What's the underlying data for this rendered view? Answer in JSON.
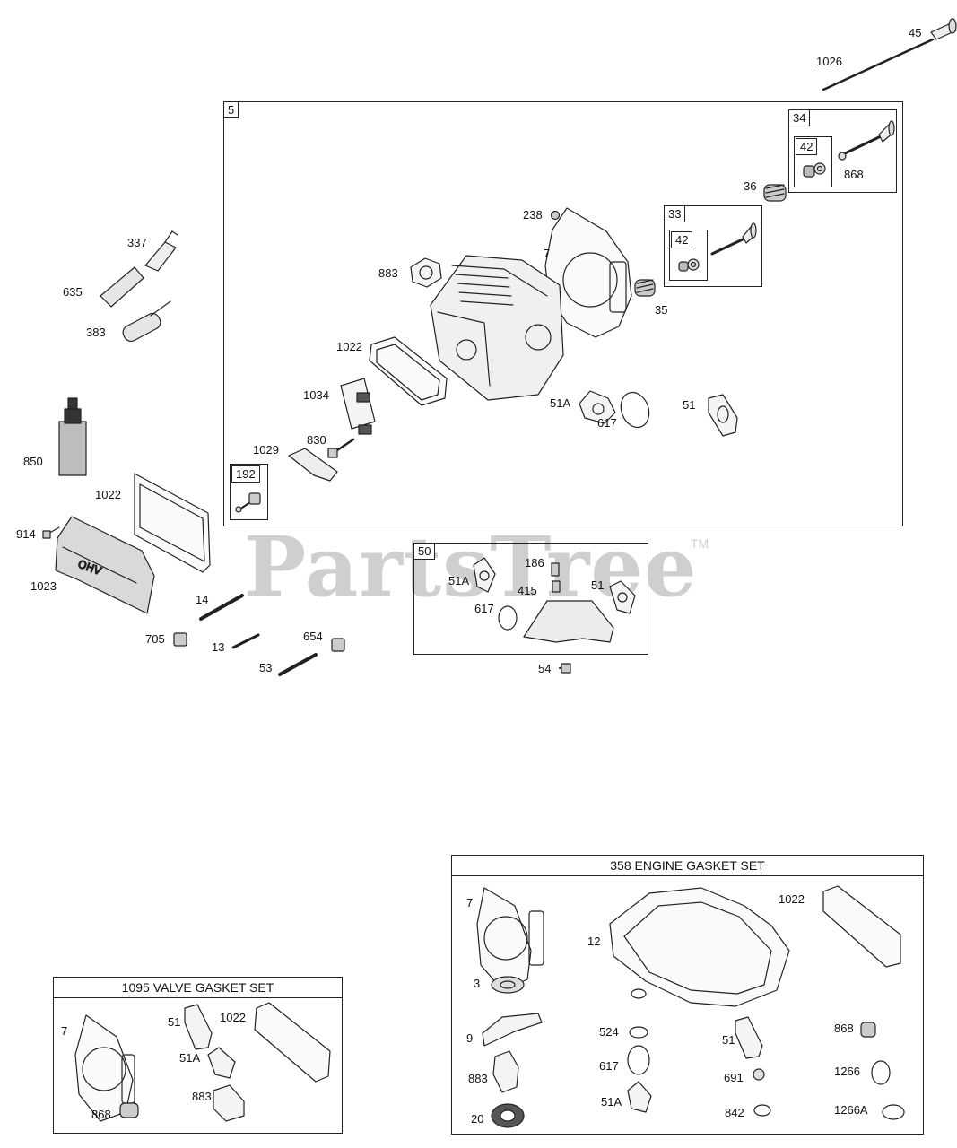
{
  "watermark": {
    "text": "PartsTree",
    "tm": "TM"
  },
  "callouts": {
    "c45": "45",
    "c1026": "1026",
    "c5": "5",
    "c34": "34",
    "c42a": "42",
    "c868a": "868",
    "c36": "36",
    "c33": "33",
    "c42b": "42",
    "c35": "35",
    "c238": "238",
    "c7": "7",
    "c883": "883",
    "c1022a": "1022",
    "c1034": "1034",
    "c1029": "1029",
    "c830": "830",
    "c51Aa": "51A",
    "c617a": "617",
    "c51a": "51",
    "c192": "192",
    "c337": "337",
    "c635": "635",
    "c383": "383",
    "c850": "850",
    "c1022b": "1022",
    "c914": "914",
    "c1023": "1023",
    "c14": "14",
    "c705": "705",
    "c13": "13",
    "c654": "654",
    "c53": "53",
    "c50": "50",
    "c186": "186",
    "c51Ab": "51A",
    "c415": "415",
    "c51b": "51",
    "c617b": "617",
    "c54": "54"
  },
  "valve_set": {
    "title": "1095 VALVE GASKET SET",
    "items": {
      "c7": "7",
      "c51": "51",
      "c1022": "1022",
      "c51A": "51A",
      "c883": "883",
      "c868": "868"
    }
  },
  "engine_set": {
    "title": "358 ENGINE GASKET SET",
    "items": {
      "c7": "7",
      "c12": "12",
      "c1022": "1022",
      "c3": "3",
      "c9": "9",
      "c524": "524",
      "c51": "51",
      "c868": "868",
      "c617": "617",
      "c691": "691",
      "c1266": "1266",
      "c883": "883",
      "c51A": "51A",
      "c842": "842",
      "c1266A": "1266A",
      "c20": "20"
    }
  }
}
